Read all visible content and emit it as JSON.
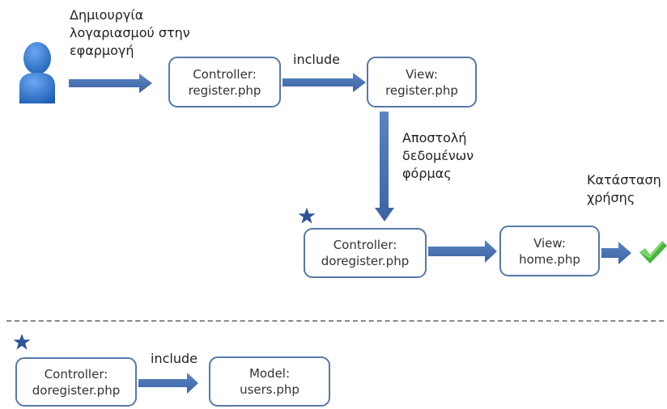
{
  "labels": {
    "create_account": "Δημιουργία\nλογαριασμού στην\nεφαρμογή",
    "include_top": "include",
    "send_form_data": "Αποστολή\nδεδομένων\nφόρμας",
    "user_state": "Κατάσταση\nχρήσης",
    "include_bottom": "include"
  },
  "boxes": {
    "controller_register": "Controller:\nregister.php",
    "view_register": "View:\nregister.php",
    "controller_doregister": "Controller:\ndoregister.php",
    "view_home": "View:\nhome.php",
    "controller_doregister_2": "Controller:\ndoregister.php",
    "model_users": "Model:\nusers.php"
  },
  "icons": {
    "user": "user-icon",
    "star": "star-icon",
    "check": "checkmark-icon"
  },
  "colors": {
    "arrow": "#4a72b0",
    "box_border": "#5679a8",
    "star": "#2e5496",
    "check": "#46b43c",
    "user": "#2f73c8"
  }
}
